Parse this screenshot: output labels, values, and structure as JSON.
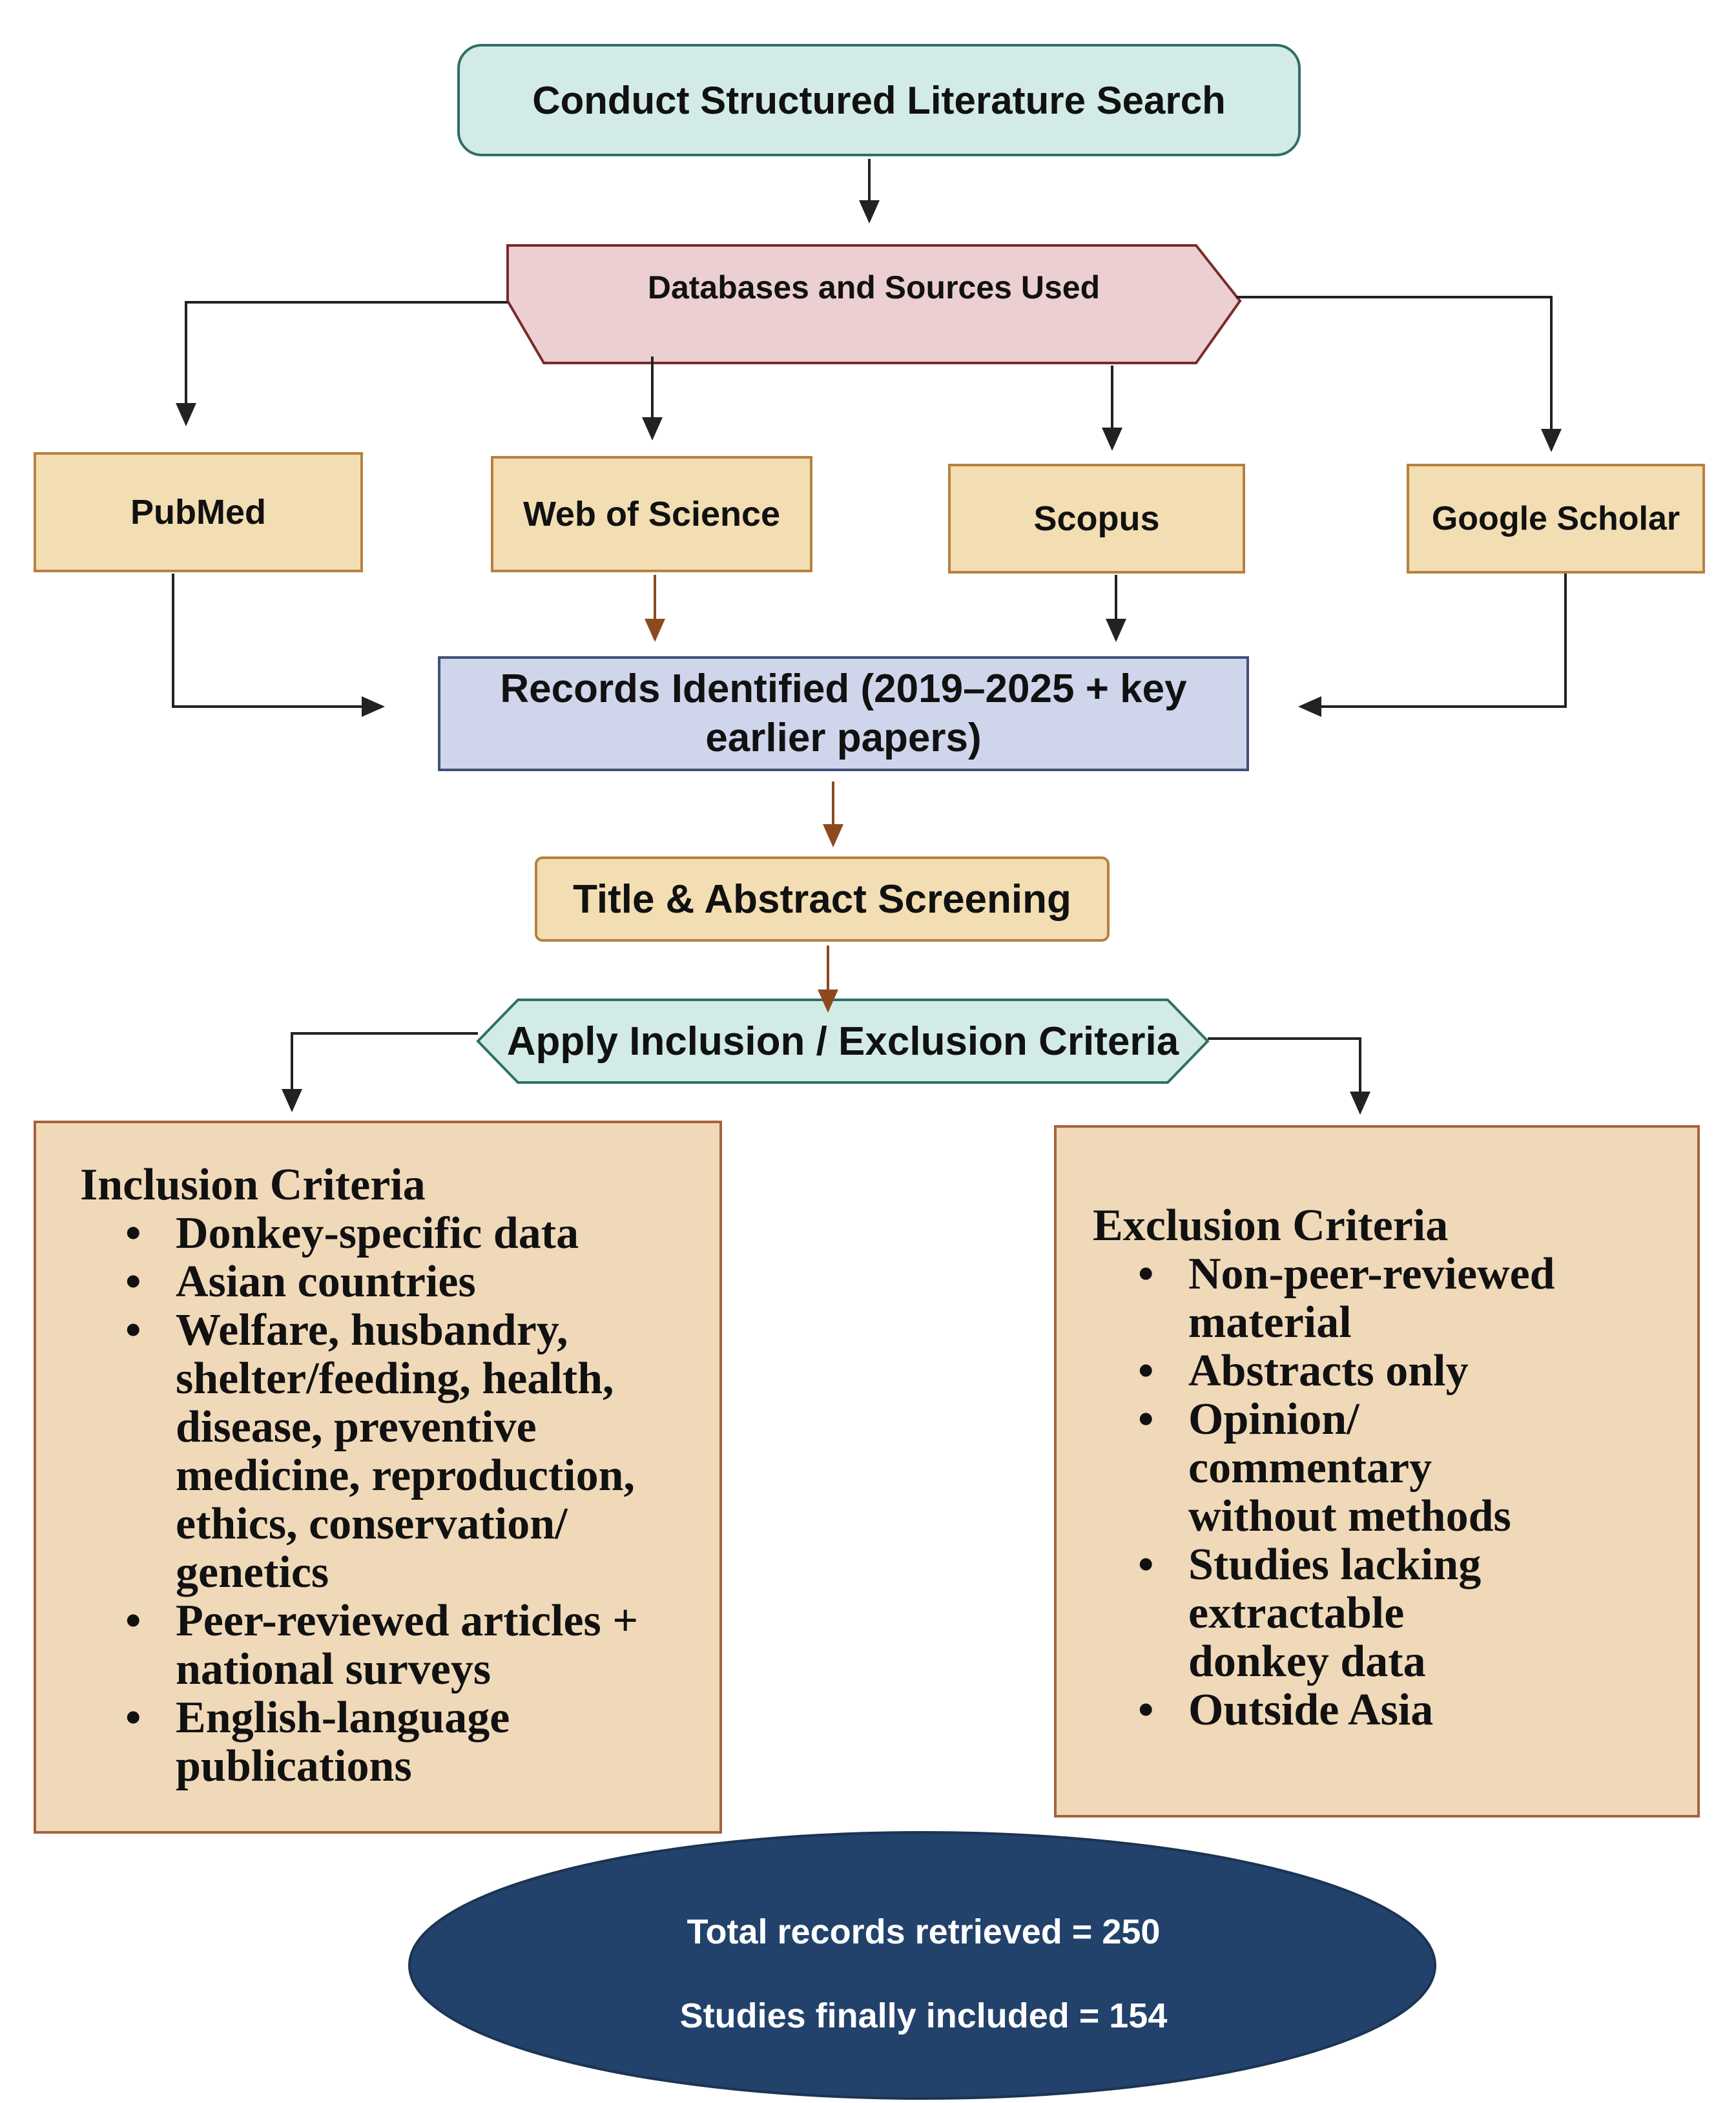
{
  "flow": {
    "start": "Conduct Structured Literature Search",
    "databases_label": "Databases and Sources Used",
    "sources": [
      "PubMed",
      "Web of Science",
      "Scopus",
      "Google Scholar"
    ],
    "records": {
      "line1": "Records Identified (2019–2025 + key",
      "line2": "earlier papers)"
    },
    "screening": "Title & Abstract Screening",
    "criteria_step": "Apply Inclusion / Exclusion Criteria",
    "inclusion": {
      "title": "Inclusion Criteria",
      "items": [
        [
          "Donkey-specific data"
        ],
        [
          "Asian countries"
        ],
        [
          "Welfare, husbandry,",
          "shelter/feeding, health,",
          "disease, preventive",
          "medicine, reproduction,",
          "ethics, conservation/",
          "genetics"
        ],
        [
          "Peer-reviewed articles +",
          "national surveys"
        ],
        [
          "English-language",
          "publications"
        ]
      ]
    },
    "exclusion": {
      "title": "Exclusion Criteria",
      "items": [
        [
          "Non-peer-reviewed",
          "material"
        ],
        [
          "Abstracts only"
        ],
        [
          "Opinion/",
          "commentary",
          "without methods"
        ],
        [
          "Studies lacking",
          "extractable",
          "donkey data"
        ],
        [
          "Outside Asia"
        ]
      ]
    },
    "summary": {
      "total": "Total records retrieved = 250",
      "included": "Studies finally included = 154"
    }
  },
  "colors": {
    "start_fill": "#d2ebe6",
    "databases_fill": "#eccfd1",
    "source_fill": "#f2deb2",
    "records_fill": "#cfd5ea",
    "criteria_step_fill": "#d2ebe6",
    "criteria_fill": "#efd9b9",
    "summary_fill": "#22426b",
    "arrow_dark": "#222222",
    "arrow_brown": "#8c4a1e"
  }
}
